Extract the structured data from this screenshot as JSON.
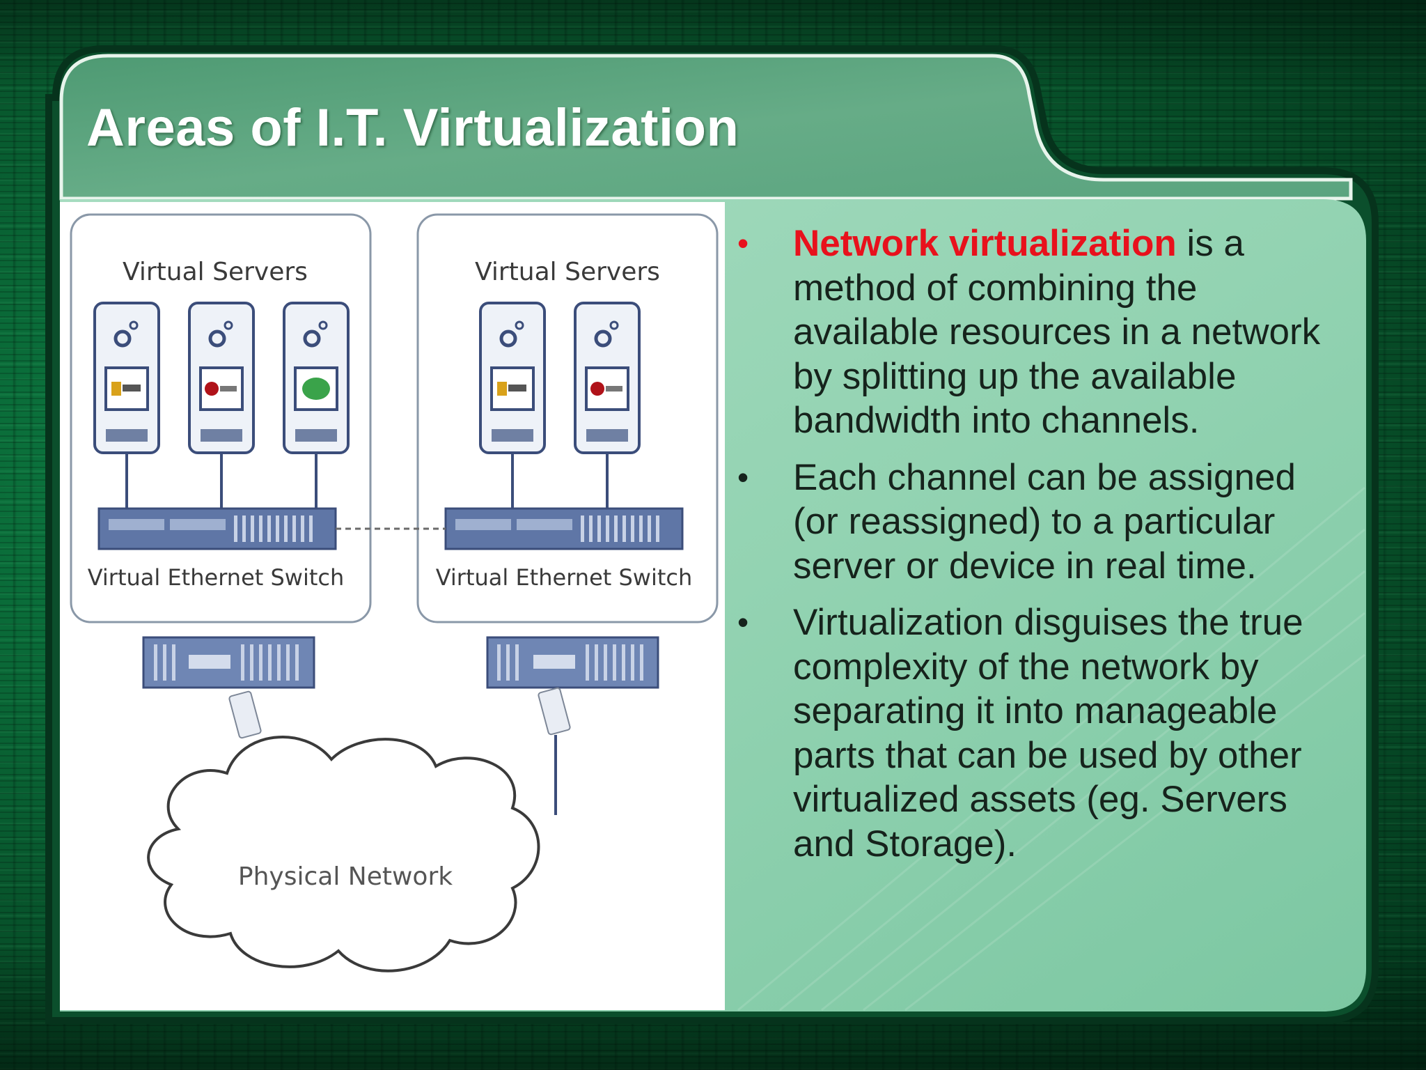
{
  "slide": {
    "title": "Areas of I.T. Virtualization"
  },
  "diagram": {
    "host_left": {
      "label": "Virtual Servers",
      "switch_label": "Virtual Ethernet Switch",
      "vm_count": 3
    },
    "host_right": {
      "label": "Virtual Servers",
      "switch_label": "Virtual Ethernet Switch",
      "vm_count": 2
    },
    "network_label": "Physical Network"
  },
  "bullets": [
    {
      "highlight": "Network virtualization",
      "text": " is a method of combining the available resources in a network by splitting up the available bandwidth into channels."
    },
    {
      "highlight": "",
      "text": "Each channel can be assigned (or reassigned) to a particular server or device in real time."
    },
    {
      "highlight": "",
      "text": "Virtualization disguises the true complexity of the network by separating it into manageable parts that can be used by other virtualized assets (eg. Servers and Storage)."
    }
  ],
  "colors": {
    "highlight": "#e8111c",
    "title": "#ffffff",
    "panel": "#8fd0ae"
  }
}
